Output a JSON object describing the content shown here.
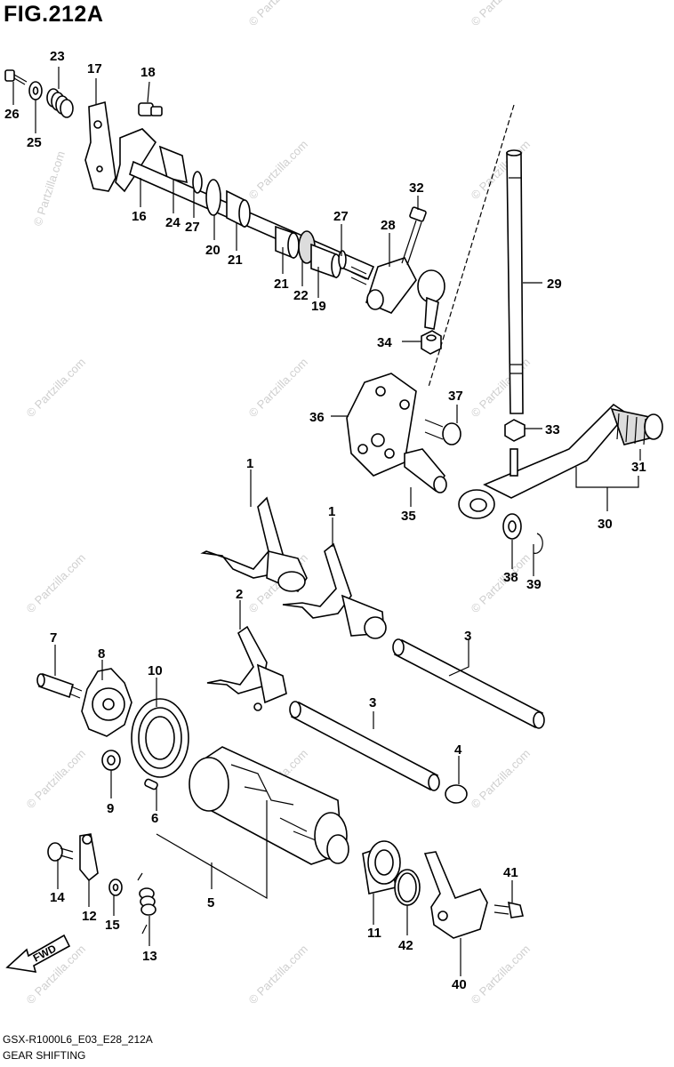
{
  "header": {
    "title": "FIG.212A"
  },
  "footer": {
    "code": "GSX-R1000L6_E03_E28_212A",
    "name": "GEAR SHIFTING"
  },
  "watermark": "© Partzilla.com",
  "fwd_label": "FWD",
  "callouts": [
    "1",
    "1",
    "2",
    "3",
    "3",
    "4",
    "5",
    "6",
    "7",
    "8",
    "9",
    "10",
    "11",
    "12",
    "13",
    "14",
    "15",
    "16",
    "17",
    "18",
    "19",
    "20",
    "21",
    "21",
    "22",
    "23",
    "24",
    "25",
    "26",
    "27",
    "27",
    "28",
    "29",
    "30",
    "31",
    "32",
    "33",
    "34",
    "35",
    "36",
    "37",
    "38",
    "39",
    "40",
    "41",
    "42"
  ]
}
